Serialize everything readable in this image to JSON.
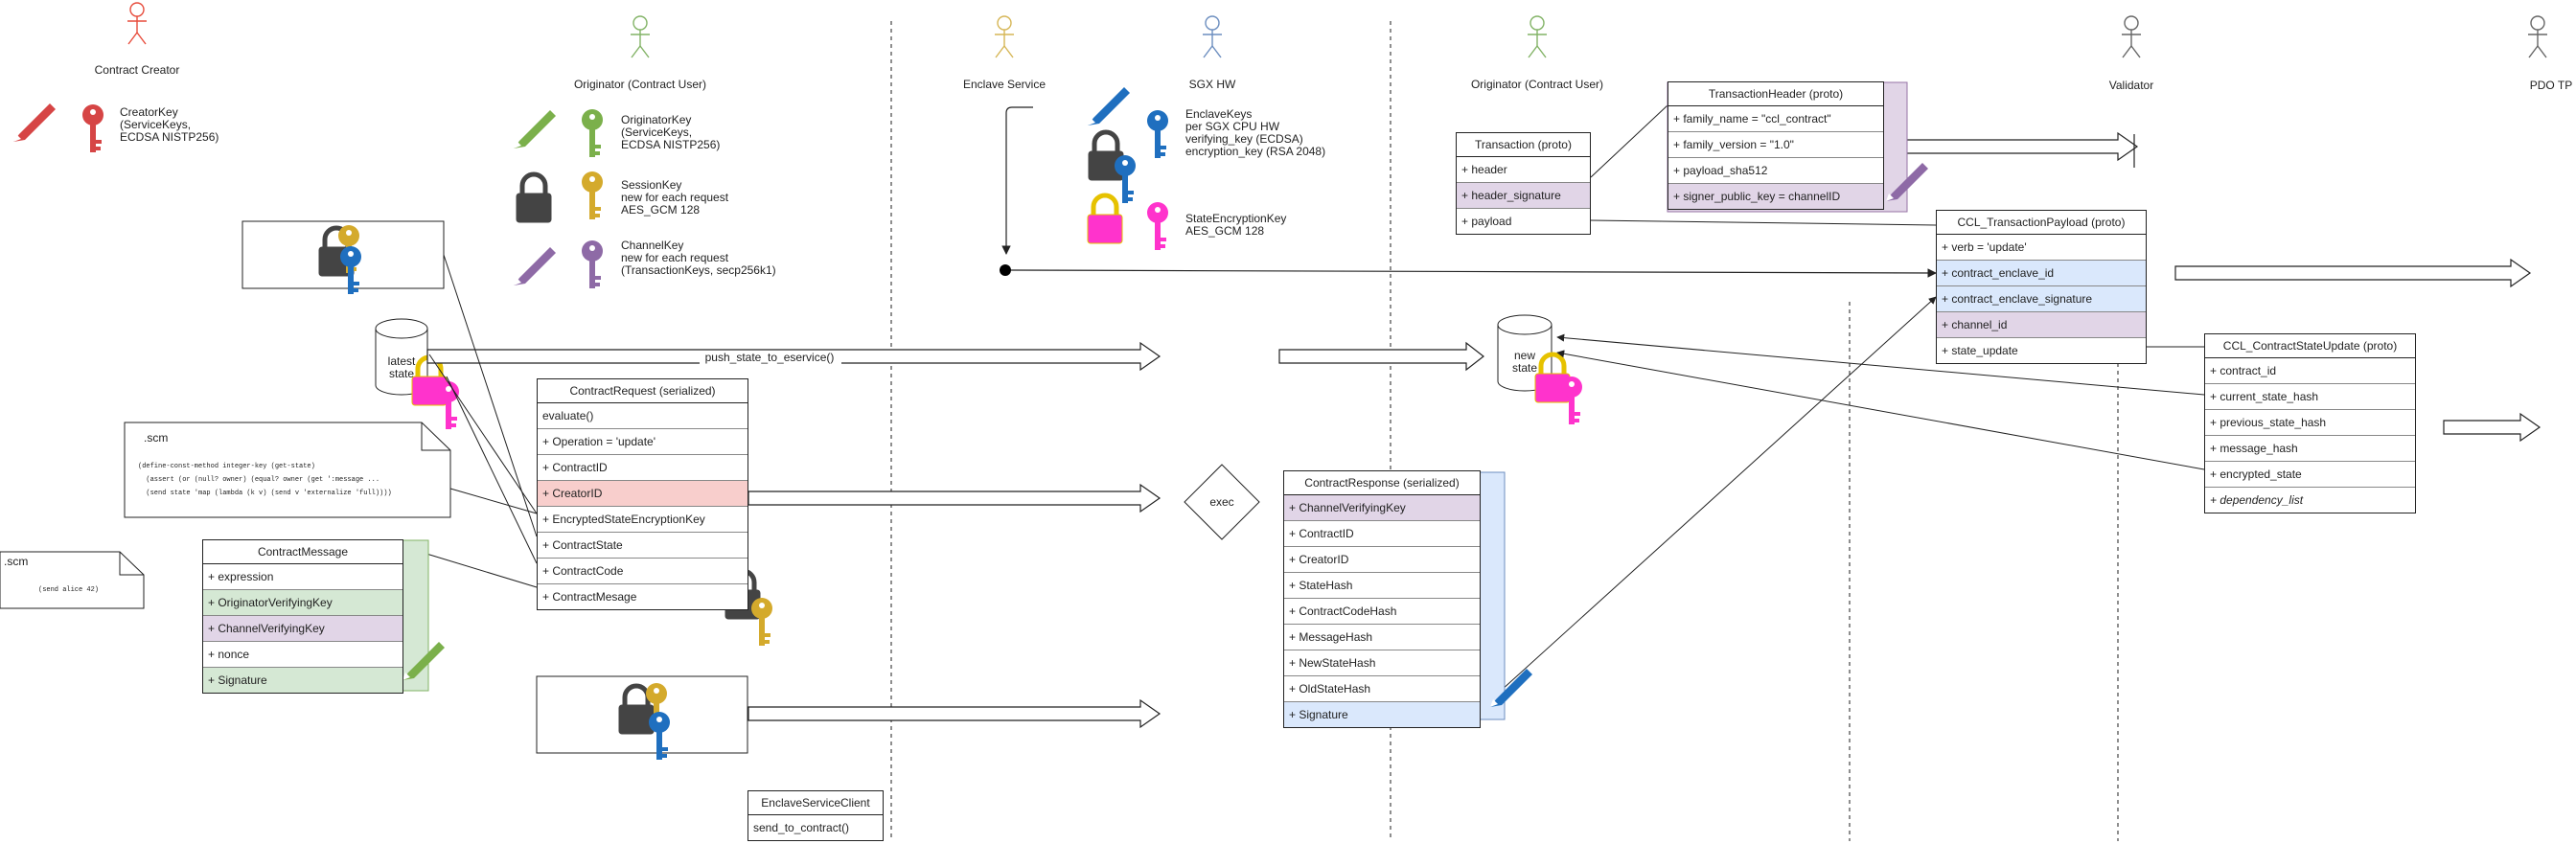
{
  "actors": {
    "contract_creator": "Contract Creator",
    "originator1": "Originator (Contract User)",
    "enclave_service": "Enclave Service",
    "sgx_hw": "SGX HW",
    "originator2": "Originator (Contract User)",
    "validator": "Validator",
    "pdo_tp": "PDO TP"
  },
  "keys": {
    "creator": [
      "CreatorKey",
      "(ServiceKeys,",
      "ECDSA NISTP256)"
    ],
    "originator": [
      "OriginatorKey",
      "(ServiceKeys,",
      "ECDSA NISTP256)"
    ],
    "session": [
      "SessionKey",
      "new for each request",
      "AES_GCM 128"
    ],
    "channel": [
      "ChannelKey",
      "new for each request",
      "(TransactionKeys, secp256k1)"
    ],
    "enclave": [
      "EnclaveKeys",
      "per SGX CPU HW",
      "verifying_key (ECDSA)",
      "encryption_key (RSA 2048)"
    ],
    "state_encryption": [
      "StateEncryptionKey",
      "AES_GCM 128"
    ]
  },
  "latest_state": [
    "latest",
    "state"
  ],
  "new_state": [
    "new",
    "state"
  ],
  "push_label": "push_state_to_eservice()",
  "exec_label": "exec",
  "scm1": {
    "title": ".scm",
    "lines": [
      "(define-const-method integer-key (get-state)",
      "  (assert (or (null? owner) (equal? owner (get ':message ...",
      "  (send state 'map (lambda (k v) (send v 'externalize 'full))))"
    ]
  },
  "scm2": {
    "title": ".scm",
    "lines": [
      "(send alice 42)"
    ]
  },
  "contract_request": {
    "title": "ContractRequest (serialized)",
    "rows": [
      "evaluate()",
      "+ Operation = 'update'",
      "+ ContractID",
      "+ CreatorID",
      "+ EncryptedStateEncryptionKey",
      "+ ContractState",
      "+ ContractCode",
      "+ ContractMesage"
    ]
  },
  "contract_message": {
    "title": "ContractMessage",
    "rows": [
      "+ expression",
      "+ OriginatorVerifyingKey",
      "+ ChannelVerifyingKey",
      "+ nonce",
      "+ Signature"
    ]
  },
  "contract_response": {
    "title": "ContractResponse (serialized)",
    "rows": [
      "+ ChannelVerifyingKey",
      "+ ContractID",
      "+ CreatorID",
      "+ StateHash",
      "+ ContractCodeHash",
      "+ MessageHash",
      "+ NewStateHash",
      "+ OldStateHash",
      "+ Signature"
    ]
  },
  "enclave_client": {
    "title": "EnclaveServiceClient",
    "rows": [
      "send_to_contract()"
    ]
  },
  "transaction": {
    "title": "Transaction (proto)",
    "rows": [
      "+ header",
      "+ header_signature",
      "+ payload"
    ]
  },
  "transaction_header": {
    "title": "TransactionHeader (proto)",
    "rows": [
      "+ family_name = \"ccl_contract\"",
      "+ family_version = \"1.0\"",
      "+ payload_sha512",
      "+ signer_public_key = channelID"
    ]
  },
  "ccl_payload": {
    "title": "CCL_TransactionPayload (proto)",
    "rows": [
      "+ verb = 'update'",
      "+ contract_enclave_id",
      "+ contract_enclave_signature",
      "+ channel_id",
      "+ state_update"
    ]
  },
  "ccl_state_update": {
    "title": "CCL_ContractStateUpdate (proto)",
    "rows": [
      "+ contract_id",
      "+ current_state_hash",
      "+ previous_state_hash",
      "+ message_hash",
      "+ encrypted_state",
      "+ dependency_list"
    ]
  },
  "colors": {
    "creator": "#e74c3c",
    "originator": "#82b366",
    "enclave_service": "#d6b656",
    "sgx": "#6c8ebf",
    "validator": "#666666",
    "key_blue": "#1f6fbf",
    "key_gold": "#d4aa2c",
    "key_purple": "#8e6aa6",
    "key_magenta": "#ff33cc",
    "lock_dark": "#333333"
  }
}
